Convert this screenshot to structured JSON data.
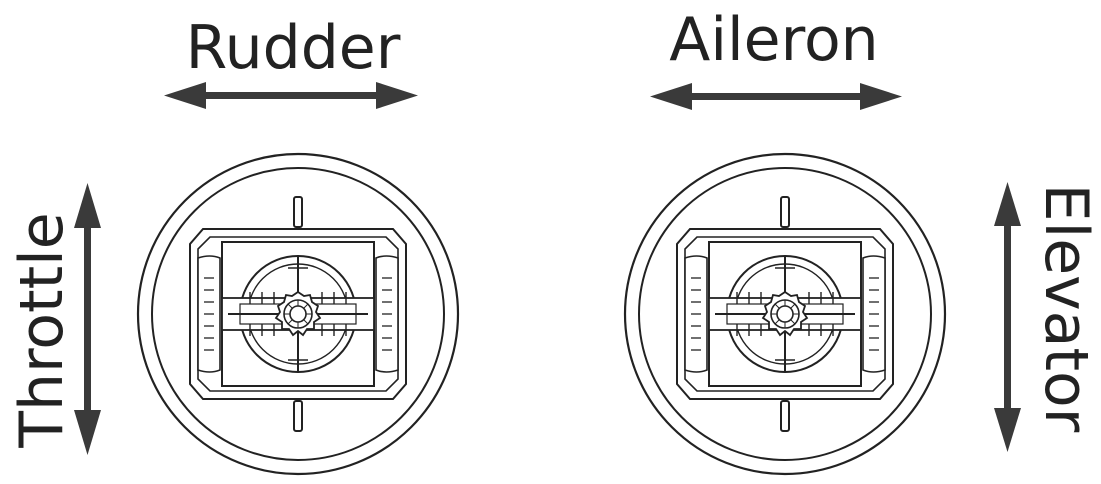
{
  "labels": {
    "left_horizontal": "Rudder",
    "left_vertical": "Throttle",
    "right_horizontal": "Aileron",
    "right_vertical": "Elevator"
  },
  "colors": {
    "ink": "#222222",
    "arrow": "#3a3a3a",
    "background": "#ffffff"
  },
  "sticks": [
    {
      "name": "left-stick",
      "icon": "gimbal-stick-icon"
    },
    {
      "name": "right-stick",
      "icon": "gimbal-stick-icon"
    }
  ]
}
